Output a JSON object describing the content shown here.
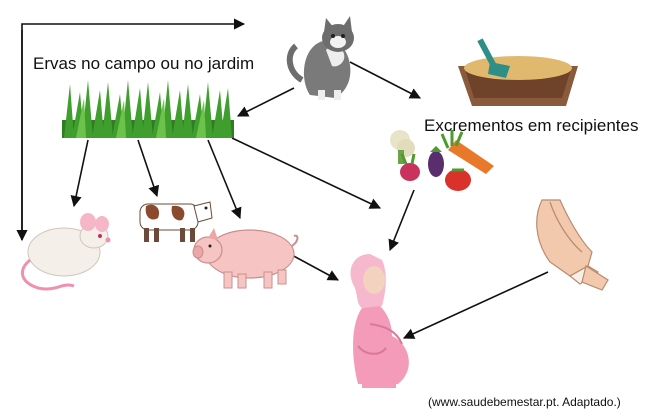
{
  "labels": {
    "herbs": "Ervas no campo ou no jardim",
    "excrement": "Excrementos em recipientes",
    "source": "(www.saudebemestar.pt. Adaptado.)"
  },
  "nodes": {
    "cat": "cat-illustration",
    "litter_box": "litter-box-illustration",
    "grass": "grass-illustration",
    "vegetables": "vegetables-illustration",
    "praying_hands": "praying-hands-illustration",
    "mouse": "mouse-illustration",
    "cow": "cow-illustration",
    "pig": "pig-illustration",
    "pregnant_woman": "pregnant-woman-illustration"
  },
  "colors": {
    "arrow": "#111111",
    "grass": "#3f9e2e",
    "skin": "#f3c9ae",
    "pink": "#f3a6c0"
  }
}
